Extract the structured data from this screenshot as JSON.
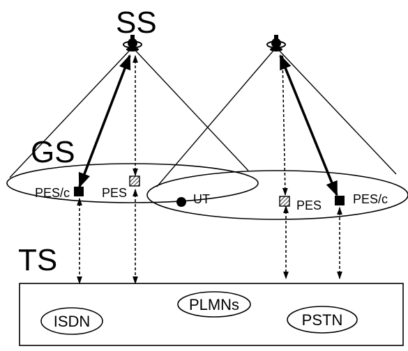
{
  "labels": {
    "space_segment": "SS",
    "ground_segment": "GS",
    "terrestrial_segment": "TS"
  },
  "ground_stations": {
    "left_pes_c": "PES/c",
    "left_pes": "PES",
    "user_terminal": "UT",
    "right_pes": "PES",
    "right_pes_c": "PES/c"
  },
  "networks": {
    "isdn": "ISDN",
    "plmns": "PLMNs",
    "pstn": "PSTN"
  },
  "colors": {
    "ink": "#000000",
    "background": "#ffffff"
  },
  "icons": [
    "satellite-icon",
    "solid-square-icon",
    "hatched-square-icon",
    "solid-dot-icon"
  ]
}
